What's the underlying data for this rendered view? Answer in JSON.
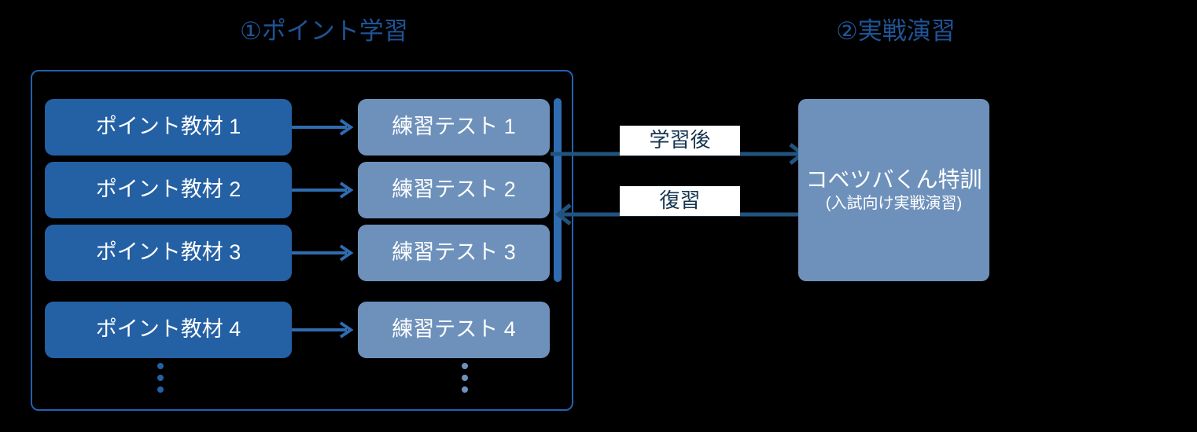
{
  "sections": [
    {
      "id": "point-study",
      "title": "①ポイント学習"
    },
    {
      "id": "practical-training",
      "title": "②実戦演習"
    }
  ],
  "left_group": {
    "materials": [
      {
        "label": "ポイント教材 1"
      },
      {
        "label": "ポイント教材 2"
      },
      {
        "label": "ポイント教材 3"
      },
      {
        "label": "ポイント教材 4"
      }
    ],
    "tests": [
      {
        "label": "練習テスト 1"
      },
      {
        "label": "練習テスト 2"
      },
      {
        "label": "練習テスト 3"
      },
      {
        "label": "練習テスト 4"
      }
    ],
    "continuation_marker": "⋮"
  },
  "connectors": {
    "forward_label": "学習後",
    "back_label": "復習"
  },
  "right_box": {
    "title": "コベツバくん特訓",
    "subtitle": "(入試向け実戦演習)"
  },
  "colors": {
    "background": "#000000",
    "accent_blue": "#2361b0",
    "material_blue": "#2460a4",
    "test_blue": "#6e91bb",
    "arrow_blue": "#2f6cb0",
    "label_text": "#16344f",
    "title_blue": "#1f5496"
  }
}
